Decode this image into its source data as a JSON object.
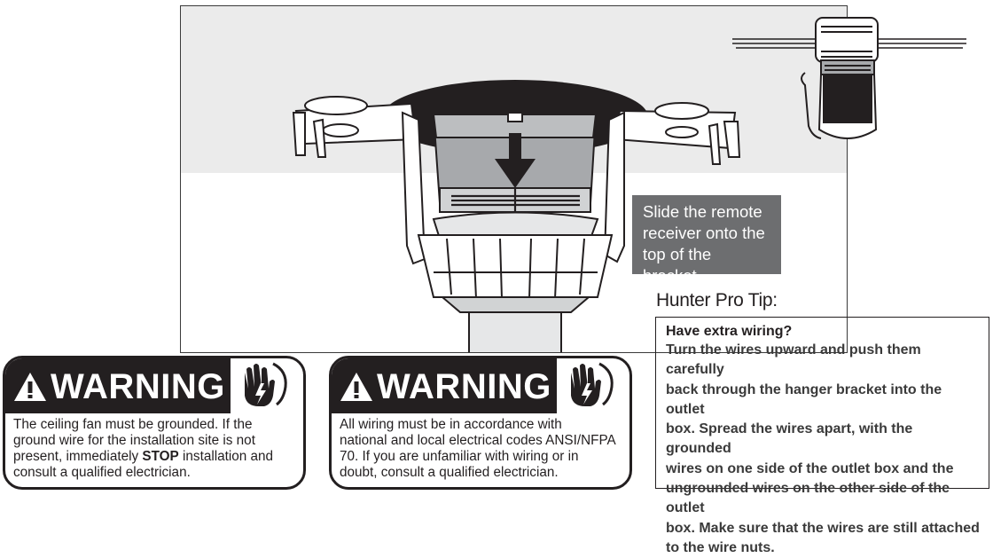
{
  "callout": {
    "line1": "Slide the remote",
    "line2": "receiver onto the",
    "line3": "top of the bracket."
  },
  "pro_tip": {
    "title": "Hunter Pro Tip:",
    "heading": "Have extra wiring?",
    "lines": [
      "Turn the wires upward and push them carefully",
      "back through the hanger bracket into the outlet",
      "box. Spread the wires apart, with the grounded",
      "wires on one side of the outlet box and the",
      "ungrounded wires on the other side of the outlet",
      "box. Make sure that the wires are still attached",
      "to the wire nuts."
    ]
  },
  "warnings": [
    {
      "title": "WARNING",
      "line1": "The ceiling fan must be grounded. If the",
      "line2": "ground wire for the installation site is not",
      "line3_pre": "present, immediately ",
      "line3_bold": "STOP",
      "line3_post": " installation and",
      "line4": "consult a qualified electrician."
    },
    {
      "title": "WARNING",
      "line1": "All wiring must be in accordance with",
      "line2": "national and local electrical codes ANSI/NFPA",
      "line3": "70.  If you are unfamiliar with wiring or in",
      "line4": "doubt, consult a qualified electrician."
    }
  ],
  "colors": {
    "ink": "#231f20",
    "callout_bg": "#6d6e70",
    "ceiling": "#ebebeb"
  },
  "icons": [
    "warning-triangle-icon",
    "electric-shock-hand-icon",
    "arrow-down-icon"
  ]
}
